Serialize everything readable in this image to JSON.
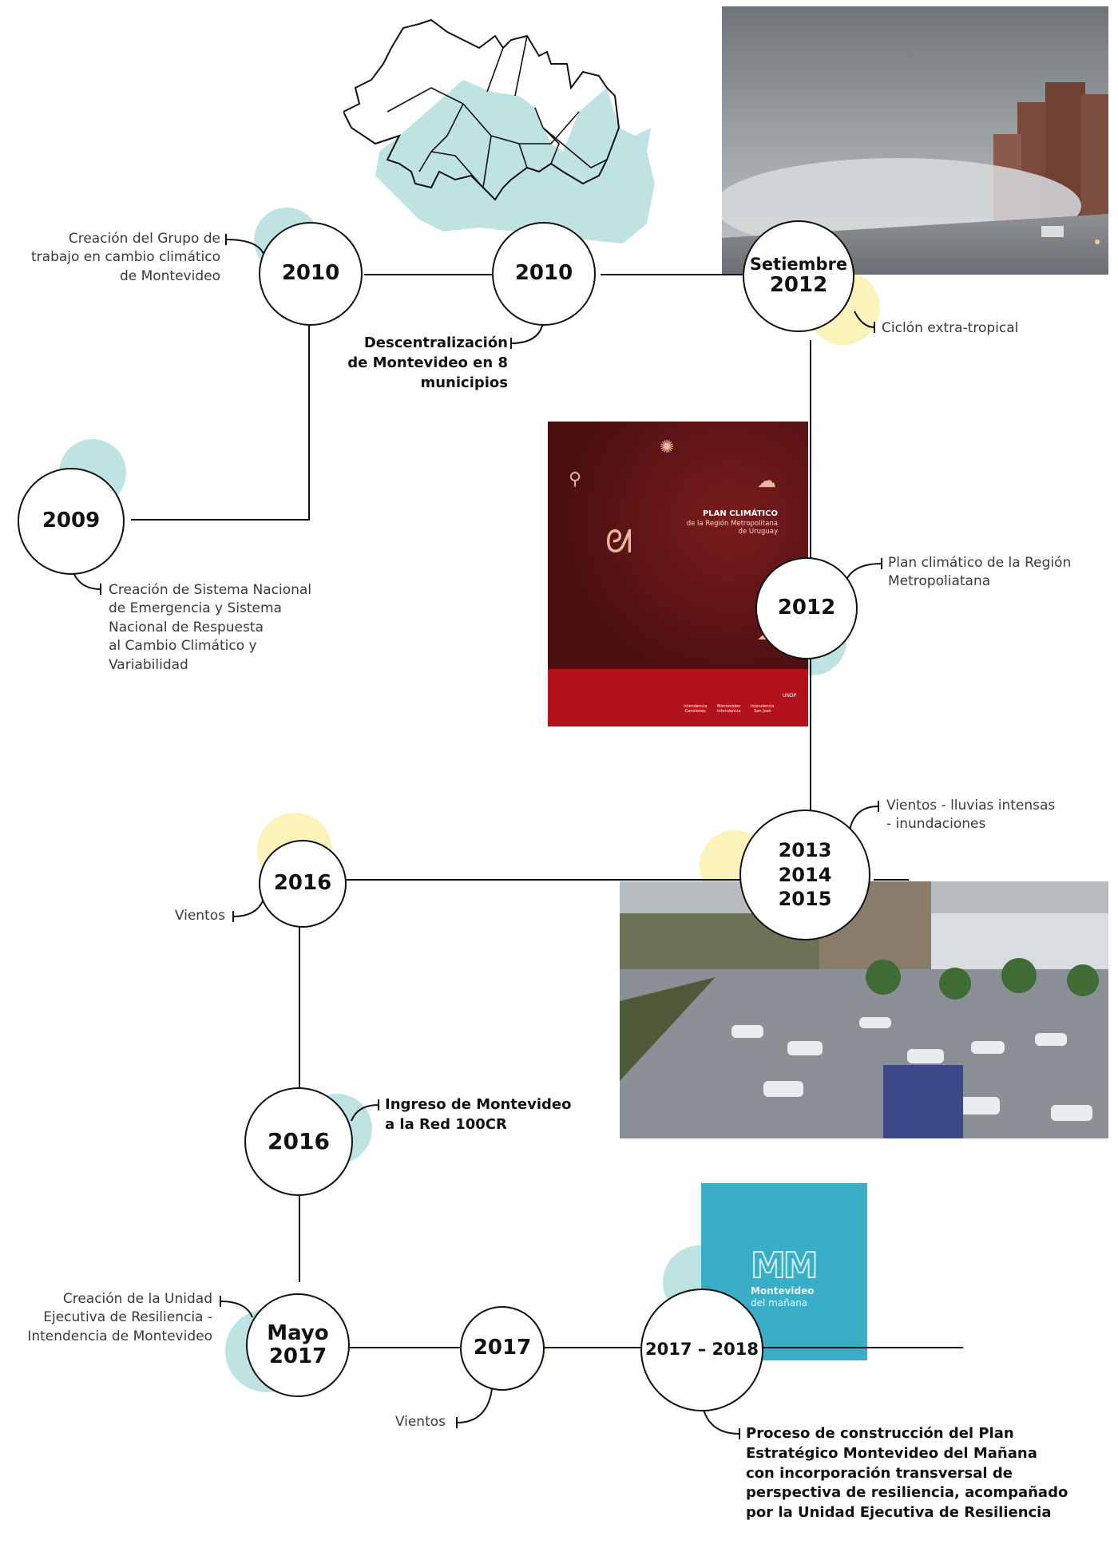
{
  "colors": {
    "line": "#111111",
    "teal_circle": "#bfe3e3",
    "yellow_circle": "#fbf3ba",
    "plan_cover": "#6b1416",
    "mm_logo_bg": "#3aaec6"
  },
  "nodes": [
    {
      "id": "2009",
      "lines": [
        "2009"
      ]
    },
    {
      "id": "2010a",
      "lines": [
        "2010"
      ]
    },
    {
      "id": "2010b",
      "lines": [
        "2010"
      ]
    },
    {
      "id": "2012a",
      "lines": [
        "Setiembre",
        "2012"
      ]
    },
    {
      "id": "2012b",
      "lines": [
        "2012"
      ]
    },
    {
      "id": "2013",
      "lines": [
        "2013",
        "2014",
        "2015"
      ]
    },
    {
      "id": "2016a",
      "lines": [
        "2016"
      ]
    },
    {
      "id": "2016b",
      "lines": [
        "2016"
      ]
    },
    {
      "id": "2017a",
      "lines": [
        "Mayo",
        "2017"
      ]
    },
    {
      "id": "2017b",
      "lines": [
        "2017"
      ]
    },
    {
      "id": "2017c",
      "lines": [
        "2017 – 2018"
      ]
    }
  ],
  "labels": {
    "grupo": "Creación del Grupo de\ntrabajo en cambio climático\nde Montevideo",
    "descentralizacion": "Descentralización\nde Montevideo en 8\nmunicipios",
    "ciclon": "Ciclón extra-tropical",
    "sistema": "Creación de Sistema Nacional\nde Emergencia y Sistema\nNacional de Respuesta\nal Cambio Climático y\nVariabilidad",
    "plan": "Plan climático de la Región\nMetropoliatana",
    "vientos_lluvias": "Vientos - lluvias intensas\n- inundaciones",
    "vientos_2016": "Vientos",
    "red100": "Ingreso de Montevideo\na la Red 100CR",
    "unidad": "Creación de la Unidad\nEjecutiva de Resiliencia -\nIntendencia de Montevideo",
    "vientos_2017": "Vientos",
    "proceso": "Proceso de construcción del Plan\nEstratégico Montevideo del Mañana\ncon incorporación transversal de\nperspectiva de resiliencia, acompañado\npor la Unidad Ejecutiva de Resiliencia"
  },
  "plan_cover": {
    "title": "PLAN CLIMÁTICO",
    "subtitle": "de la Región Metropolitana\nde Uruguay",
    "logos": [
      "Intendencia\nCanelones",
      "Montevideo\nintendencia",
      "Intendencia\nSan José",
      "UNDP"
    ]
  },
  "mm_logo": {
    "mark": "MM",
    "line1": "Montevideo",
    "line2": "del mañana"
  },
  "icons": [
    "map-municipios",
    "storm-photo",
    "flood-photo"
  ]
}
